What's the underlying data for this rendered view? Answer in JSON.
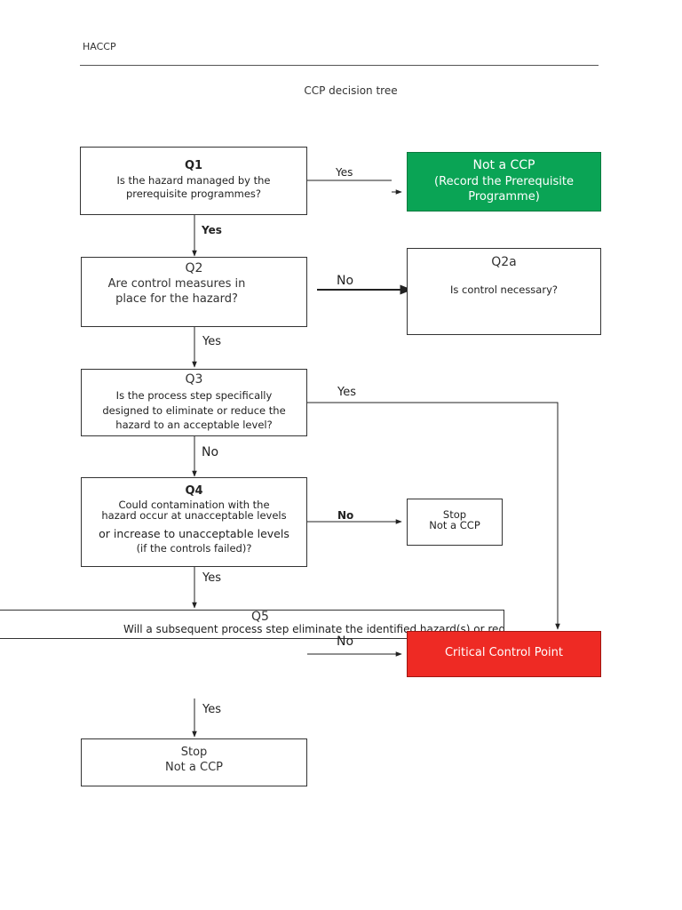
{
  "header": {
    "section": "HACCP",
    "title": "CCP decision tree"
  },
  "nodes": {
    "q1": {
      "label": "Q1",
      "text": "Is the hazard managed by the prerequisite programmes?"
    },
    "not_ccp_prereq": {
      "title": "Not a CCP",
      "sub": "(Record the Prerequisite Programme)"
    },
    "q2": {
      "label": "Q2",
      "text": "Are control measures in place for the hazard?"
    },
    "q2a": {
      "label": "Q2a",
      "text": "Is control necessary?"
    },
    "q3": {
      "label": "Q3",
      "text": "Is the process step specifically designed to eliminate or reduce the hazard to an acceptable level?"
    },
    "q4": {
      "label": "Q4",
      "line1": "Could contamination with the",
      "line2": "hazard occur at  unacceptable levels",
      "line3": "or increase to unacceptable levels",
      "line4": "(if the controls failed)?"
    },
    "stop_q4": {
      "line1": "Stop",
      "line2": "Not a CCP"
    },
    "q5": {
      "label": "Q5",
      "text": "Will a subsequent process step eliminate  the  identified  hazard(s) or reduce the hazard to an acceptable level?"
    },
    "ccp": {
      "text": "Critical Control Point"
    },
    "stop_q5": {
      "line1": "Stop",
      "line2": "Not a CCP"
    }
  },
  "edges": {
    "q1_yes_right": "Yes",
    "q1_yes_down": "Yes",
    "q2_no": "No",
    "q2_yes": "Yes",
    "q3_yes": "Yes",
    "q3_no": "No",
    "q4_no": "No",
    "q4_yes": "Yes",
    "q5_no": "No",
    "q5_yes": "Yes"
  },
  "colors": {
    "not_ccp_green": "#0aa455",
    "ccp_red": "#ee2a24"
  }
}
